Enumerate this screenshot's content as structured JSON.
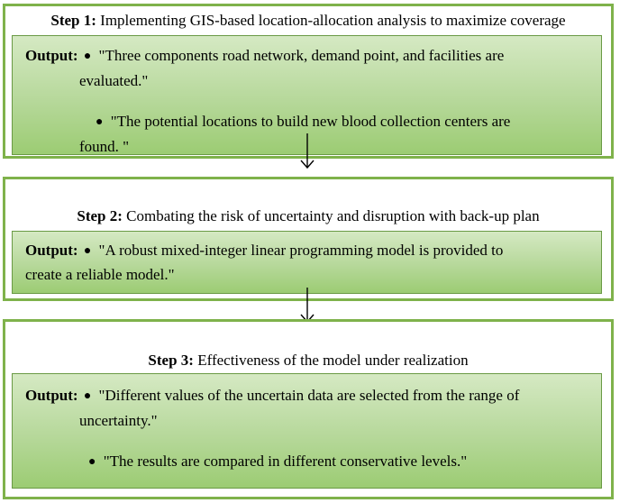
{
  "steps": [
    {
      "label": "Step 1:",
      "title": "Implementing GIS-based location-allocation analysis to maximize coverage",
      "output_label": "Output:",
      "bullets": [
        {
          "line1": "\"Three components road network, demand point, and facilities are",
          "line2": "evaluated.\""
        },
        {
          "line1": "\"The potential locations to build new blood collection centers are",
          "line2": "found. \""
        }
      ]
    },
    {
      "label": "Step 2:",
      "title": "Combating the risk of uncertainty and disruption with back-up plan",
      "output_label": "Output:",
      "bullets": [
        {
          "line1": "\"A robust mixed-integer linear programming model is provided to",
          "line2": "create a reliable model.\""
        }
      ]
    },
    {
      "label": "Step 3:",
      "title": "Effectiveness of the model under realization",
      "output_label": "Output:",
      "bullets": [
        {
          "line1": "\"Different values of the uncertain data are selected from the range of",
          "line2": "uncertainty.\""
        },
        {
          "line1": "\"The results are compared in different conservative levels.\""
        }
      ]
    }
  ],
  "bullet_glyph": "●",
  "colors": {
    "border": "#7fb24b",
    "output_fill_top": "#d5e9c3",
    "output_fill_bottom": "#9ccc73"
  }
}
